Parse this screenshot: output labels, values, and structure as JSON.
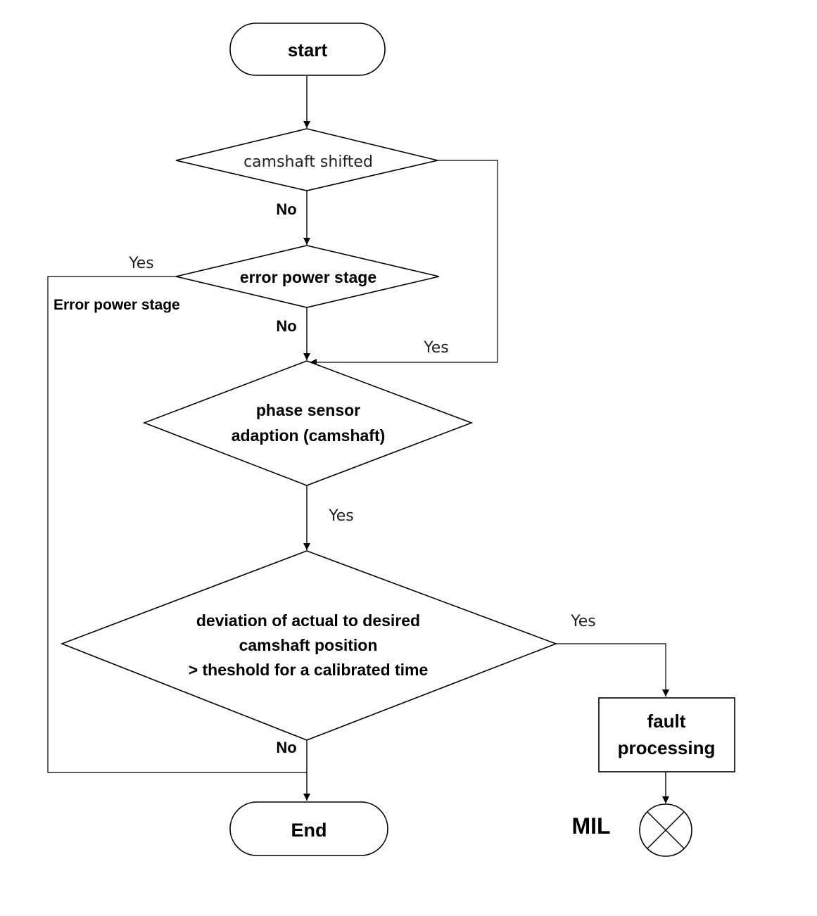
{
  "nodes": {
    "start": "start",
    "camshaft_shifted": "camshaft shifted",
    "error_power_stage": "error power stage",
    "phase_sensor": [
      "phase sensor",
      "adaption (camshaft)"
    ],
    "deviation": [
      "deviation of actual to desired",
      "camshaft position",
      "> theshold for a calibrated time"
    ],
    "fault_processing": [
      "fault",
      "processing"
    ],
    "end": "End",
    "mil": "MIL"
  },
  "edge_labels": {
    "camshaft_no": "No",
    "camshaft_yes": "Yes",
    "error_yes": "Yes",
    "error_side_note": "Error power stage",
    "error_no": "No",
    "phase_yes": "Yes",
    "deviation_yes": "Yes",
    "deviation_no": "No"
  }
}
